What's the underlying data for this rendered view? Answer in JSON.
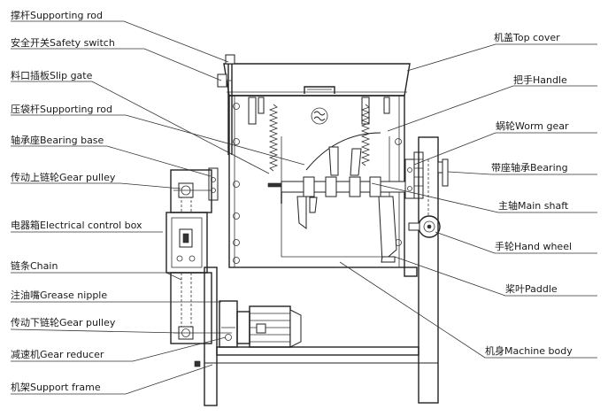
{
  "diagram": {
    "labels_left": [
      {
        "key": "supporting_rod_top",
        "text": "撑杆Supporting rod"
      },
      {
        "key": "safety_switch",
        "text": "安全开关Safety switch"
      },
      {
        "key": "slip_gate",
        "text": "料口插板Slip gate"
      },
      {
        "key": "supporting_rod_bag",
        "text": "压袋杆Supporting rod"
      },
      {
        "key": "bearing_base",
        "text": "轴承座Bearing base"
      },
      {
        "key": "gear_pulley_upper",
        "text": "传动上链轮Gear pulley"
      },
      {
        "key": "electrical_box",
        "text": "电器箱Electrical control box"
      },
      {
        "key": "chain",
        "text": "链条Chain"
      },
      {
        "key": "grease_nipple",
        "text": "注油嘴Grease nipple"
      },
      {
        "key": "gear_pulley_lower",
        "text": "传动下链轮Gear pulley"
      },
      {
        "key": "gear_reducer",
        "text": "减速机Gear reducer"
      },
      {
        "key": "support_frame",
        "text": "机架Support frame"
      }
    ],
    "labels_right": [
      {
        "key": "top_cover",
        "text": "机盖Top cover"
      },
      {
        "key": "handle",
        "text": "把手Handle"
      },
      {
        "key": "worm_gear",
        "text": "蜗轮Worm gear"
      },
      {
        "key": "bearing",
        "text": "带座轴承Bearing"
      },
      {
        "key": "main_shaft",
        "text": "主轴Main shaft"
      },
      {
        "key": "hand_wheel",
        "text": "手轮Hand wheel"
      },
      {
        "key": "paddle",
        "text": "桨叶Paddle"
      },
      {
        "key": "machine_body",
        "text": "机身Machine body"
      }
    ]
  }
}
